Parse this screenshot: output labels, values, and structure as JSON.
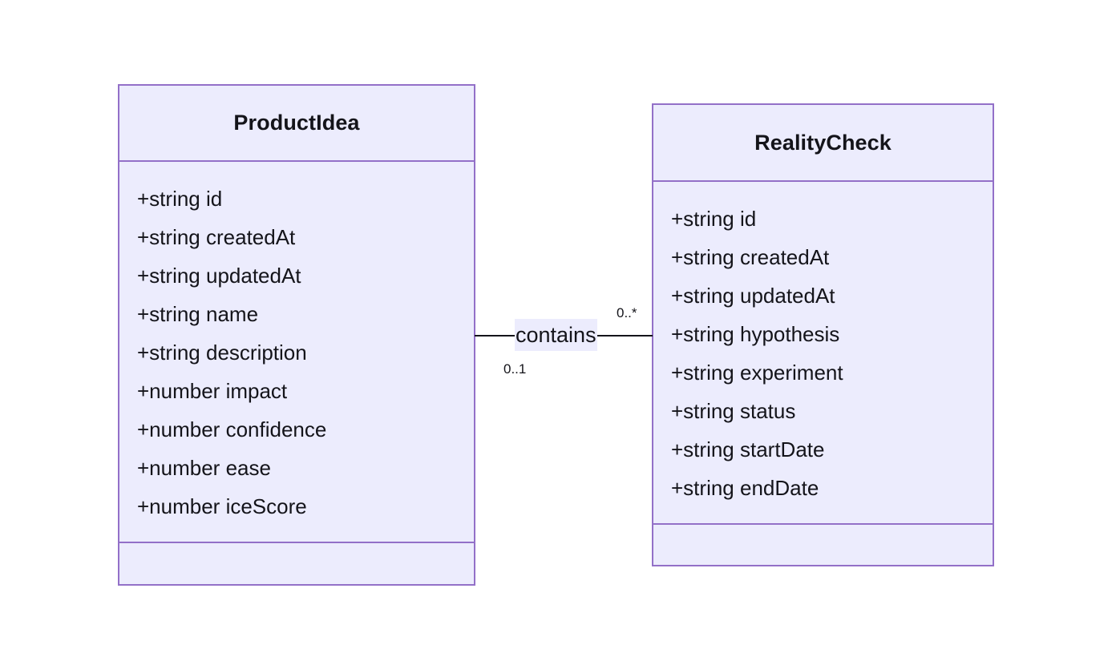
{
  "diagram": {
    "type": "uml-class-diagram",
    "background_color": "#ffffff",
    "class_fill_color": "#ececfd",
    "class_border_color": "#9370c8",
    "text_color": "#14141a",
    "classes": [
      {
        "name": "ProductIdea",
        "attributes": [
          "+string id",
          "+string createdAt",
          "+string updatedAt",
          "+string name",
          "+string description",
          "+number impact",
          "+number confidence",
          "+number ease",
          "+number iceScore"
        ],
        "methods": []
      },
      {
        "name": "RealityCheck",
        "attributes": [
          "+string id",
          "+string createdAt",
          "+string updatedAt",
          "+string hypothesis",
          "+string experiment",
          "+string status",
          "+string startDate",
          "+string endDate"
        ],
        "methods": []
      }
    ],
    "relationships": [
      {
        "label": "contains",
        "source": "ProductIdea",
        "target": "RealityCheck",
        "source_multiplicity": "0..1",
        "target_multiplicity": "0..*",
        "style": "solid-line"
      }
    ]
  }
}
